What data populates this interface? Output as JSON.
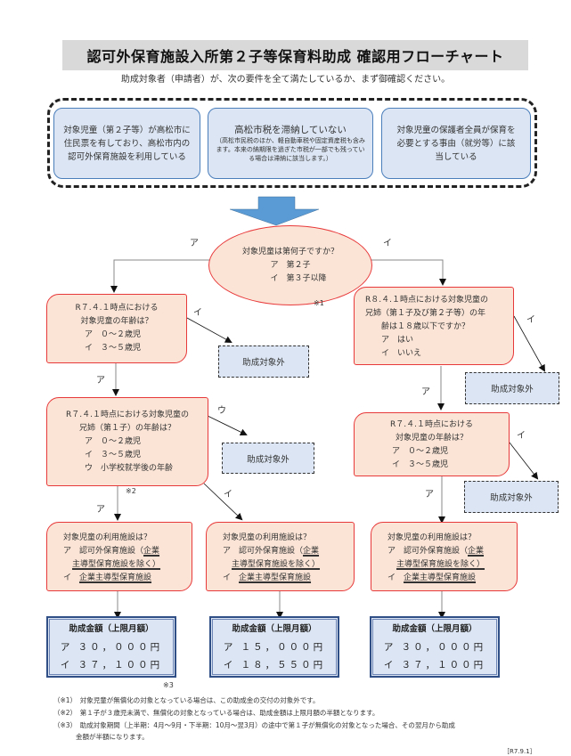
{
  "header": {
    "title": "認可外保育施設入所第２子等保育料助成 確認用フローチャート",
    "subtitle": "助成対象者（申請者）が、次の要件を全て満たしているか、まず御確認ください。"
  },
  "requirements": [
    {
      "text": "対象児童（第２子等）が高松市に住民票を有しており、高松市内の認可外保育施設を利用している"
    },
    {
      "text": "高松市税を滞納していない",
      "note": "（高松市民税のほか、軽自動車税や固定資産税も含みます。本来の納期限を過ぎた市税が一部でも残っている場合は滞納に該当します。）"
    },
    {
      "text": "対象児童の保護者全員が保育を必要とする事由（就労等）に該当している"
    }
  ],
  "colors": {
    "decision_fill": "#fbe4d6",
    "decision_border": "#e8393a",
    "info_fill": "#dbe5f3",
    "info_border": "#4a7ebb",
    "amount_border": "#2f4f86",
    "arrow_fill": "#5b9bd5",
    "title_bg": "#d9d9d9"
  },
  "flow": {
    "root": {
      "question": "対象児童は第何子ですか？",
      "options": [
        "ア　第２子",
        "イ　第３子以降"
      ],
      "note": "※1"
    },
    "branch_labels": {
      "root_a": "ア",
      "root_i": "イ",
      "left1_i": "イ",
      "left1_a": "ア",
      "left2_u": "ウ",
      "left2_i": "イ",
      "left2_a": "ア",
      "left2_note": "※2",
      "right1_i": "イ",
      "right1_a": "ア",
      "right2_i": "イ",
      "right2_a": "ア"
    },
    "left_q1": {
      "lines": [
        "R７.４.１時点における",
        "対象児童の年齢は？"
      ],
      "options": [
        "ア　０～２歳児",
        "イ　３～５歳児"
      ]
    },
    "left_q2": {
      "lines": [
        "R７.４.１時点における対象児童の",
        "兄姉（第１子）の年齢は？"
      ],
      "options": [
        "ア　０～２歳児",
        "イ　３～５歳児",
        "ウ　小学校就学後の年齢"
      ]
    },
    "right_q1": {
      "lines": [
        "R８.４.１時点における対象児童の",
        "兄姉（第１子及び第２子等）の年",
        "齢は１８歳以下ですか？"
      ],
      "options": [
        "ア　はい",
        "イ　いいえ"
      ]
    },
    "right_q2": {
      "lines": [
        "R７.４.１時点における",
        "対象児童の年齢は？"
      ],
      "options": [
        "ア　０～２歳児",
        "イ　３～５歳児"
      ]
    },
    "facility_q": {
      "question": "対象児童の利用施設は？",
      "option_a_prefix": "ア　認可外保育施設（",
      "option_a_underlined": "企業主導型保育施設を除く）",
      "option_a_line1_ul": "企業",
      "option_a_line2": "主導型保育施設を除く）",
      "option_i_prefix": "イ　",
      "option_i_underlined": "企業主導型保育施設"
    },
    "excluded_label": "助成対象外",
    "amounts": [
      {
        "heading": "助成金額（上限月額）",
        "a": "ア ３０，０００円",
        "i": "イ ３７，１００円",
        "note": "※3"
      },
      {
        "heading": "助成金額（上限月額）",
        "a": "ア １５，０００円",
        "i": "イ １８，５５０円"
      },
      {
        "heading": "助成金額（上限月額）",
        "a": "ア ３０，０００円",
        "i": "イ ３７，１００円"
      }
    ]
  },
  "footnotes": [
    "（※1）　対象児童が無償化の対象となっている場合は、この助成金の交付の対象外です。",
    "（※2）　第１子が３歳児未満で、無償化の対象となっている場合は、助成金額は上限月額の半額となります。",
    "（※3）　助成対象期間（上半期：4月～9月・下半期：10月～翌3月）の途中で第１子が無償化の対象となった場合、その翌月から助成",
    "金額が半額になります。"
  ],
  "revision": "［R7.9.1］"
}
